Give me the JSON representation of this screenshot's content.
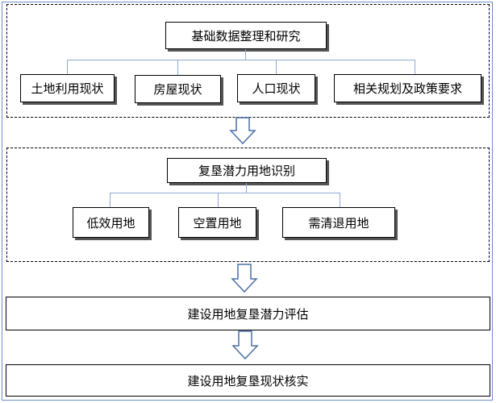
{
  "section1": {
    "title": "基础数据整理和研究",
    "items": [
      "土地利用现状",
      "房屋现状",
      "人口现状",
      "相关规划及政策要求"
    ]
  },
  "section2": {
    "title": "复垦潜力用地识别",
    "items": [
      "低效用地",
      "空置用地",
      "需清退用地"
    ]
  },
  "step3": "建设用地复垦潜力评估",
  "step4": "建设用地复垦现状核实"
}
